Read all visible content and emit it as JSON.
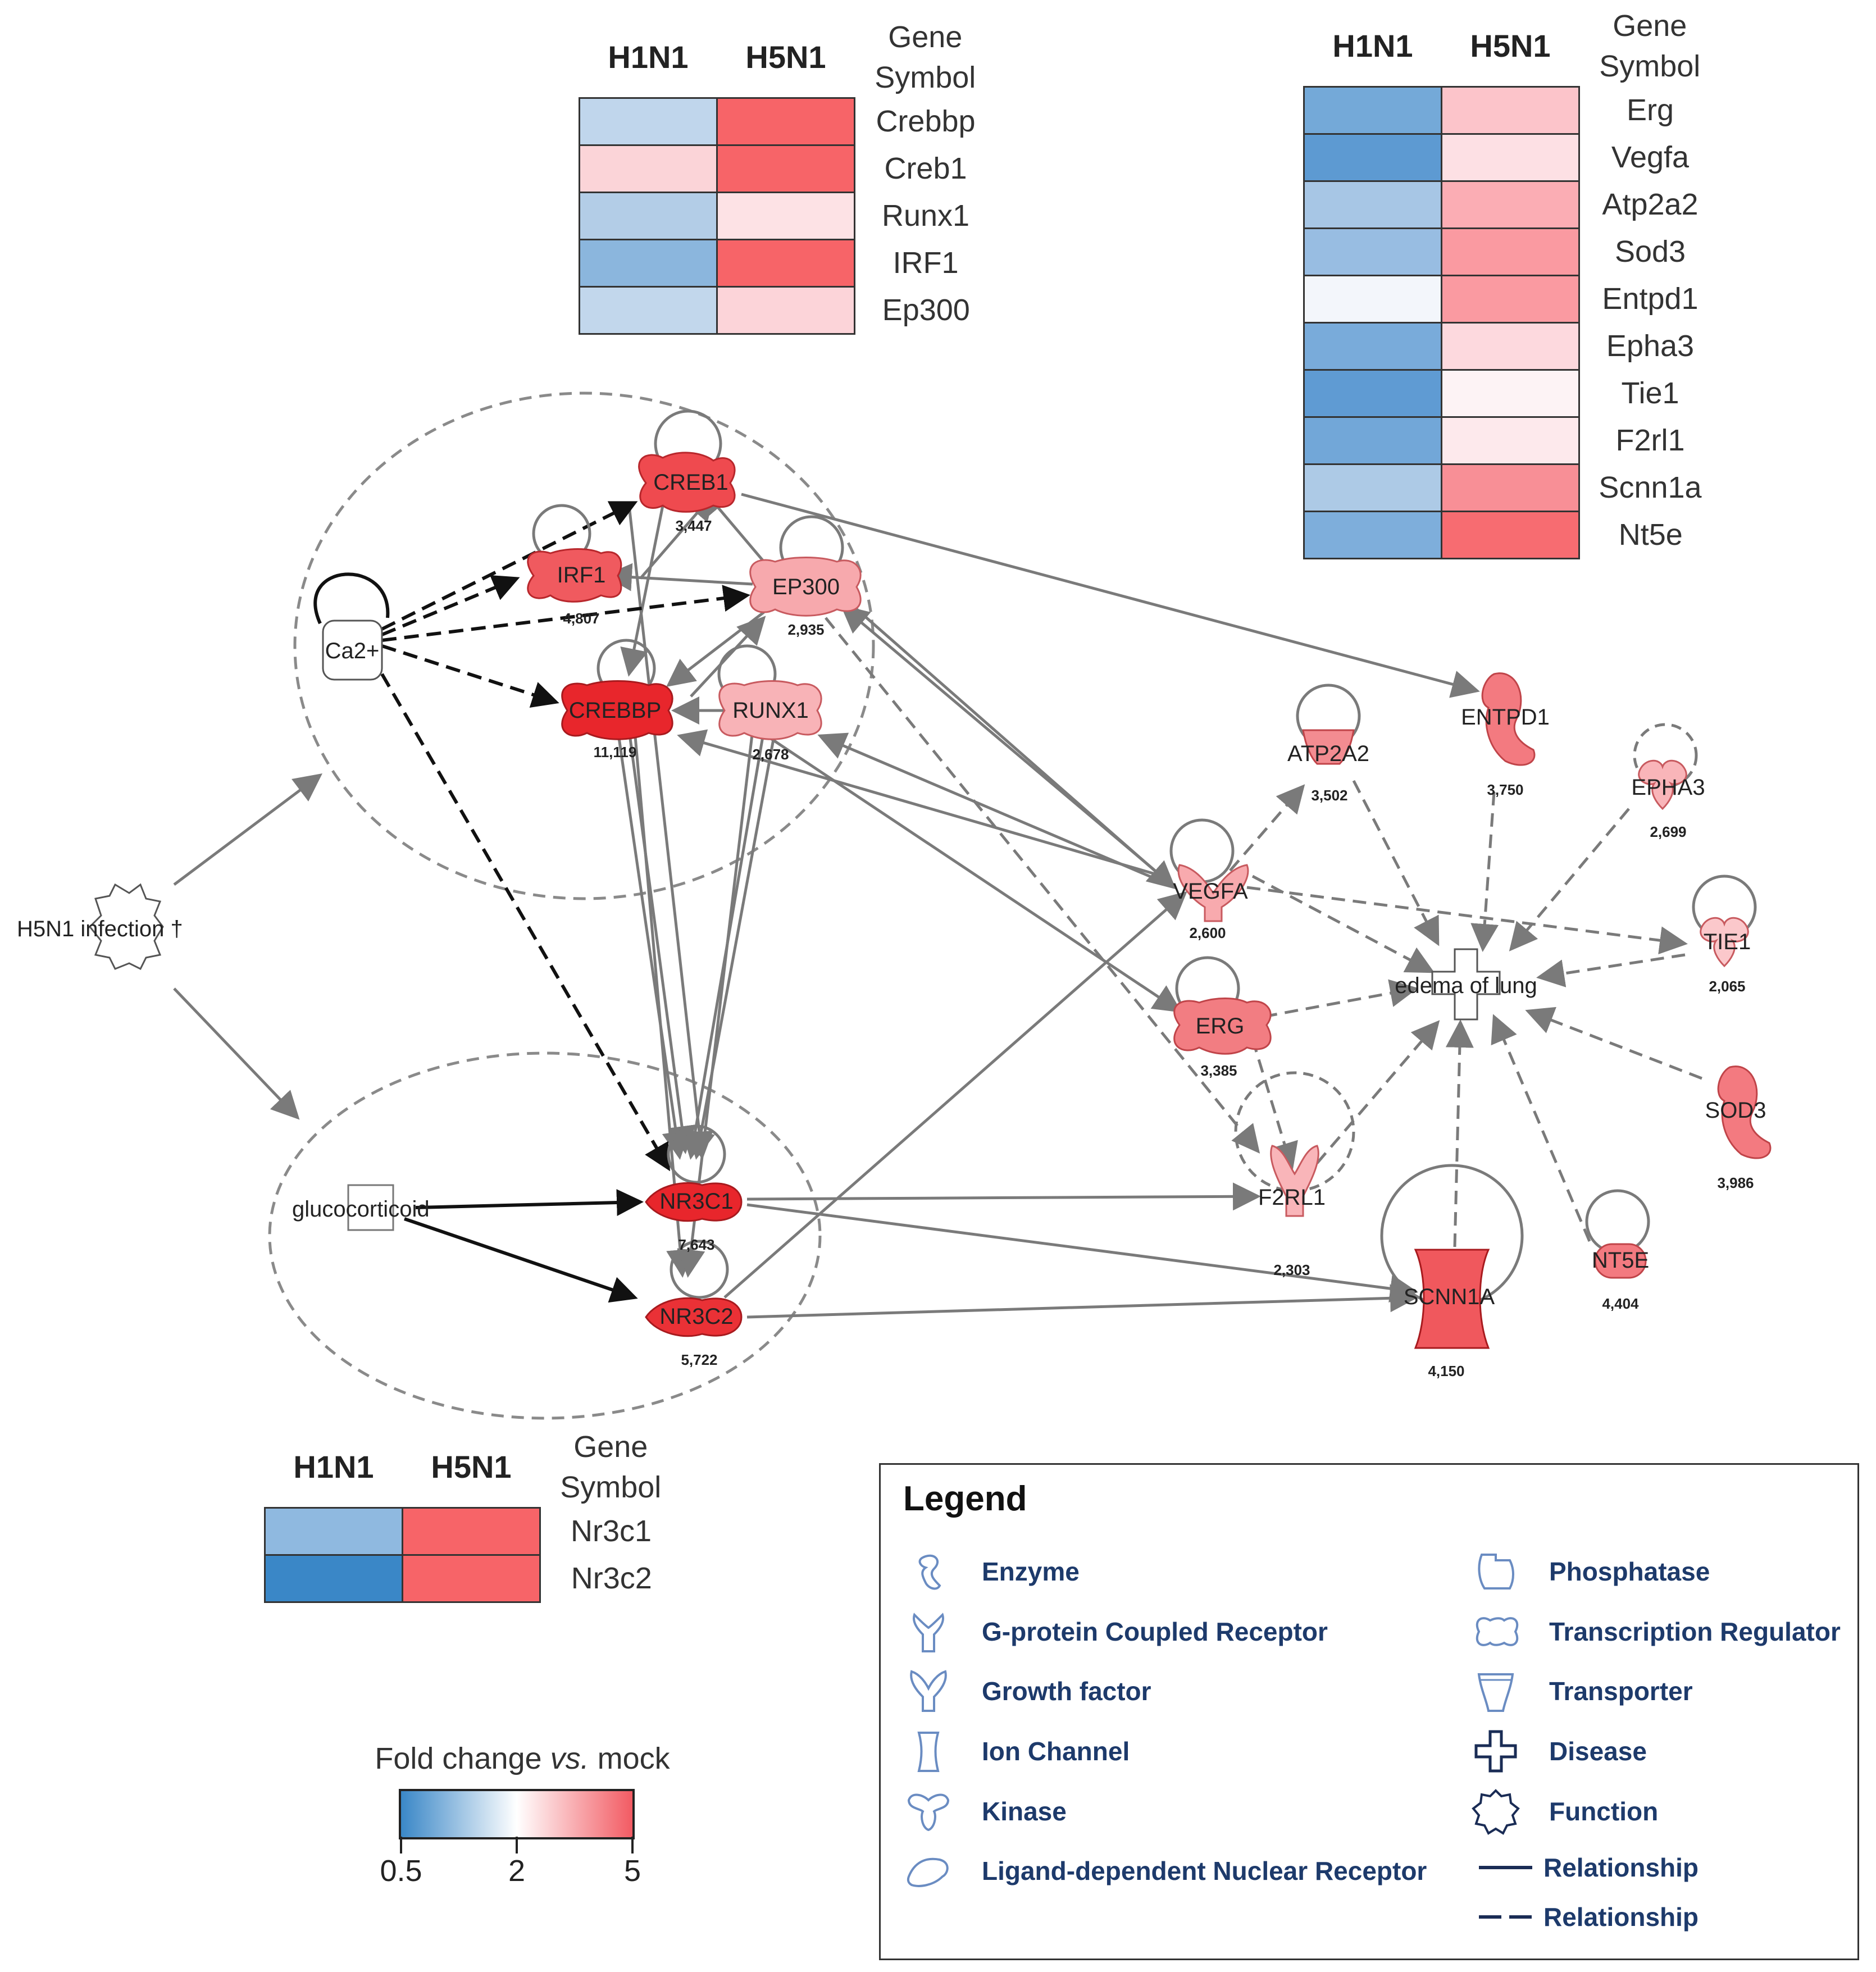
{
  "heatmap_top": {
    "col_h1n1": "H1N1",
    "col_h5n1": "H5N1",
    "col_gene": "Gene Symbol",
    "rows": [
      {
        "gene": "Crebbp",
        "h1": "#c0d6ec",
        "h5": "#f76468"
      },
      {
        "gene": "Creb1",
        "h1": "#fbd4d8",
        "h5": "#f76468"
      },
      {
        "gene": "Runx1",
        "h1": "#b3cde7",
        "h5": "#fde2e5"
      },
      {
        "gene": "IRF1",
        "h1": "#8bb6dd",
        "h5": "#f76468"
      },
      {
        "gene": "Ep300",
        "h1": "#c2d7ec",
        "h5": "#fcd4d9"
      }
    ]
  },
  "heatmap_right": {
    "col_h1n1": "H1N1",
    "col_h5n1": "H5N1",
    "col_gene": "Gene Symbol",
    "rows": [
      {
        "gene": "Erg",
        "h1": "#74a9d8",
        "h5": "#fcc4ca"
      },
      {
        "gene": "Vegfa",
        "h1": "#5d9ad2",
        "h5": "#fde0e4"
      },
      {
        "gene": "Atp2a2",
        "h1": "#a7c6e5",
        "h5": "#fbadb4"
      },
      {
        "gene": "Sod3",
        "h1": "#98bde2",
        "h5": "#fa9aa1"
      },
      {
        "gene": "Entpd1",
        "h1": "#f3f6fb",
        "h5": "#fa9aa1"
      },
      {
        "gene": "Epha3",
        "h1": "#79abda",
        "h5": "#fdd9de"
      },
      {
        "gene": "Tie1",
        "h1": "#5f9bd3",
        "h5": "#fdf3f5"
      },
      {
        "gene": "F2rl1",
        "h1": "#72a7d8",
        "h5": "#fde9ec"
      },
      {
        "gene": "Scnn1a",
        "h1": "#adcae6",
        "h5": "#f88f96"
      },
      {
        "gene": "Nt5e",
        "h1": "#7eaedb",
        "h5": "#f76c71"
      }
    ]
  },
  "heatmap_bottom": {
    "col_h1n1": "H1N1",
    "col_h5n1": "H5N1",
    "col_gene": "Gene Symbol",
    "rows": [
      {
        "gene": "Nr3c1",
        "h1": "#8fb9e0",
        "h5": "#f76468"
      },
      {
        "gene": "Nr3c2",
        "h1": "#3a87c7",
        "h5": "#f76468"
      }
    ]
  },
  "network": {
    "nodes": {
      "creb1": {
        "label": "CREB1",
        "value": "3,447"
      },
      "irf1": {
        "label": "IRF1",
        "value": "4,807"
      },
      "ep300": {
        "label": "EP300",
        "value": "2,935"
      },
      "ca2": {
        "label": "Ca2+"
      },
      "crebbp": {
        "label": "CREBBP",
        "value": "11,119"
      },
      "runx1": {
        "label": "RUNX1",
        "value": "2,678"
      },
      "h5n1": {
        "label": "H5N1 infection †"
      },
      "glucocorticoid": {
        "label": "glucocorticoid"
      },
      "nr3c1": {
        "label": "NR3C1",
        "value": "7,643"
      },
      "nr3c2": {
        "label": "NR3C2",
        "value": "5,722"
      },
      "vegfa": {
        "label": "VEGFA",
        "value": "2,600"
      },
      "erg": {
        "label": "ERG",
        "value": "3,385"
      },
      "atp2a2": {
        "label": "ATP2A2",
        "value": "3,502"
      },
      "entpd1": {
        "label": "ENTPD1",
        "value": "3,750"
      },
      "epha3": {
        "label": "EPHA3",
        "value": "2,699"
      },
      "tie1": {
        "label": "TIE1",
        "value": "2,065"
      },
      "sod3": {
        "label": "SOD3",
        "value": "3,986"
      },
      "nt5e": {
        "label": "NT5E",
        "value": "4,404"
      },
      "f2rl1": {
        "label": "F2RL1",
        "value": "2,303"
      },
      "scnn1a": {
        "label": "SCNN1A",
        "value": "4,150"
      },
      "edema": {
        "label": "edema of lung"
      }
    }
  },
  "legend": {
    "title": "Legend",
    "items": [
      {
        "label": "Enzyme",
        "icon": "enzyme-icon"
      },
      {
        "label": "G-protein Coupled Receptor",
        "icon": "gpcr-icon"
      },
      {
        "label": "Growth factor",
        "icon": "growth-factor-icon"
      },
      {
        "label": "Ion Channel",
        "icon": "ion-channel-icon"
      },
      {
        "label": "Kinase",
        "icon": "kinase-icon"
      },
      {
        "label": "Ligand-dependent Nuclear Receptor",
        "icon": "nuclear-receptor-icon"
      },
      {
        "label": "Phosphatase",
        "icon": "phosphatase-icon"
      },
      {
        "label": "Transcription Regulator",
        "icon": "transcription-regulator-icon"
      },
      {
        "label": "Transporter",
        "icon": "transporter-icon"
      },
      {
        "label": "Disease",
        "icon": "disease-icon"
      },
      {
        "label": "Function",
        "icon": "function-icon"
      },
      {
        "label": "Relationship",
        "icon": "solid-line-icon"
      },
      {
        "label": "Relationship",
        "icon": "dashed-line-icon"
      }
    ]
  },
  "color_scale": {
    "title_pre": "Fold change ",
    "title_em": "vs.",
    "title_post": " mock",
    "ticks": [
      "0.5",
      "2",
      "5"
    ],
    "colors": {
      "low": "#3a87c7",
      "mid": "#ffffff",
      "high": "#f25b63"
    }
  },
  "colors": {
    "edge": "#7a7a7a",
    "edge_dark": "#111111",
    "node_strong": "#ef3b40",
    "node_mid": "#f47f84",
    "node_light": "#f8aeb2"
  }
}
